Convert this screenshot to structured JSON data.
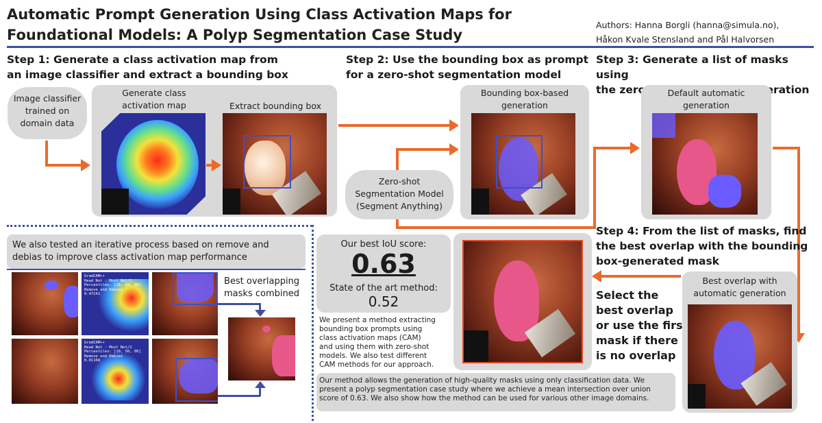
{
  "header": {
    "title_line1": "Automatic Prompt Generation Using Class Activation Maps for",
    "title_line2": "Foundational Models: A Polyp Segmentation Case Study",
    "authors_line1": "Authors: Hanna Borgli (hanna@simula.no),",
    "authors_line2": "Håkon Kvale Stensland and Pål Halvorsen"
  },
  "step1": {
    "line1": "Step 1: Generate a class activation map from",
    "line2": "an image classifier and extract a bounding box",
    "classifier_line1": "Image classifier",
    "classifier_line2": "trained on",
    "classifier_line3": "domain data",
    "cam_line1": "Generate class",
    "cam_line2": "activation map",
    "bbox_label": "Extract bounding box"
  },
  "step2": {
    "line1": "Step 2: Use the bounding box as prompt",
    "line2": "for a zero-shot segmentation model",
    "gen_line1": "Bounding box-based",
    "gen_line2": "generation",
    "model_line1": "Zero-shot",
    "model_line2": "Segmentation Model",
    "model_line3": "(Segment Anything)"
  },
  "step3": {
    "line1": "Step 3: Generate a list of masks using",
    "line2": "the zero-shot automatic generation",
    "gen_line1": "Default automatic",
    "gen_line2": "generation"
  },
  "step4": {
    "line1": "Step 4: From the list of masks, find",
    "line2": "the best overlap with the bounding",
    "line3": "box-generated mask",
    "best_line1": "Best overlap with",
    "best_line2": "automatic generation",
    "select_line1": "Select the",
    "select_line2": "best overlap",
    "select_line3": "or use the first",
    "select_line4": "mask if there",
    "select_line5": "is no overlap"
  },
  "iterative": {
    "line1": "We also tested an iterative process based on remove and",
    "line2": "debias to improve class activation map performance",
    "combined_line1": "Best overlapping",
    "combined_line2": "masks combined",
    "gradcam_top": [
      "GradCAM++",
      "Head Not - Most Not/2",
      "Percentiles: [10, 50, 90]",
      "Remove and Debias",
      "0.47242"
    ],
    "gradcam_bottom": [
      "GradCAM++",
      "Head Not - Most Not/2",
      "Percentiles: [10, 50, 90]",
      "Remove and Debias",
      "0.01168"
    ]
  },
  "results": {
    "best_label": "Our best IoU score:",
    "best_score": "0.63",
    "sota_label": "State of the art method:",
    "sota_score": "0.52",
    "desc_lines": [
      "We present a method extracting",
      "bounding box prompts using",
      "class activation maps (CAM)",
      "and using them with zero-shot",
      "models. We also test different",
      "CAM methods for our approach."
    ],
    "summary_lines": [
      "Our method allows the generation of high-quality masks using only classification data. We",
      "present a polyp segmentation case study where we achieve a mean intersection over union",
      "score of 0.63. We also show how the method can be used for various other image domains."
    ]
  },
  "colors": {
    "arrow_orange": "#ea6a2c",
    "bbox_blue": "#3f4fc9",
    "divider_blue": "#3f4fa0",
    "mask_pink": "#e8578a",
    "mask_blue": "#6a5cff"
  }
}
